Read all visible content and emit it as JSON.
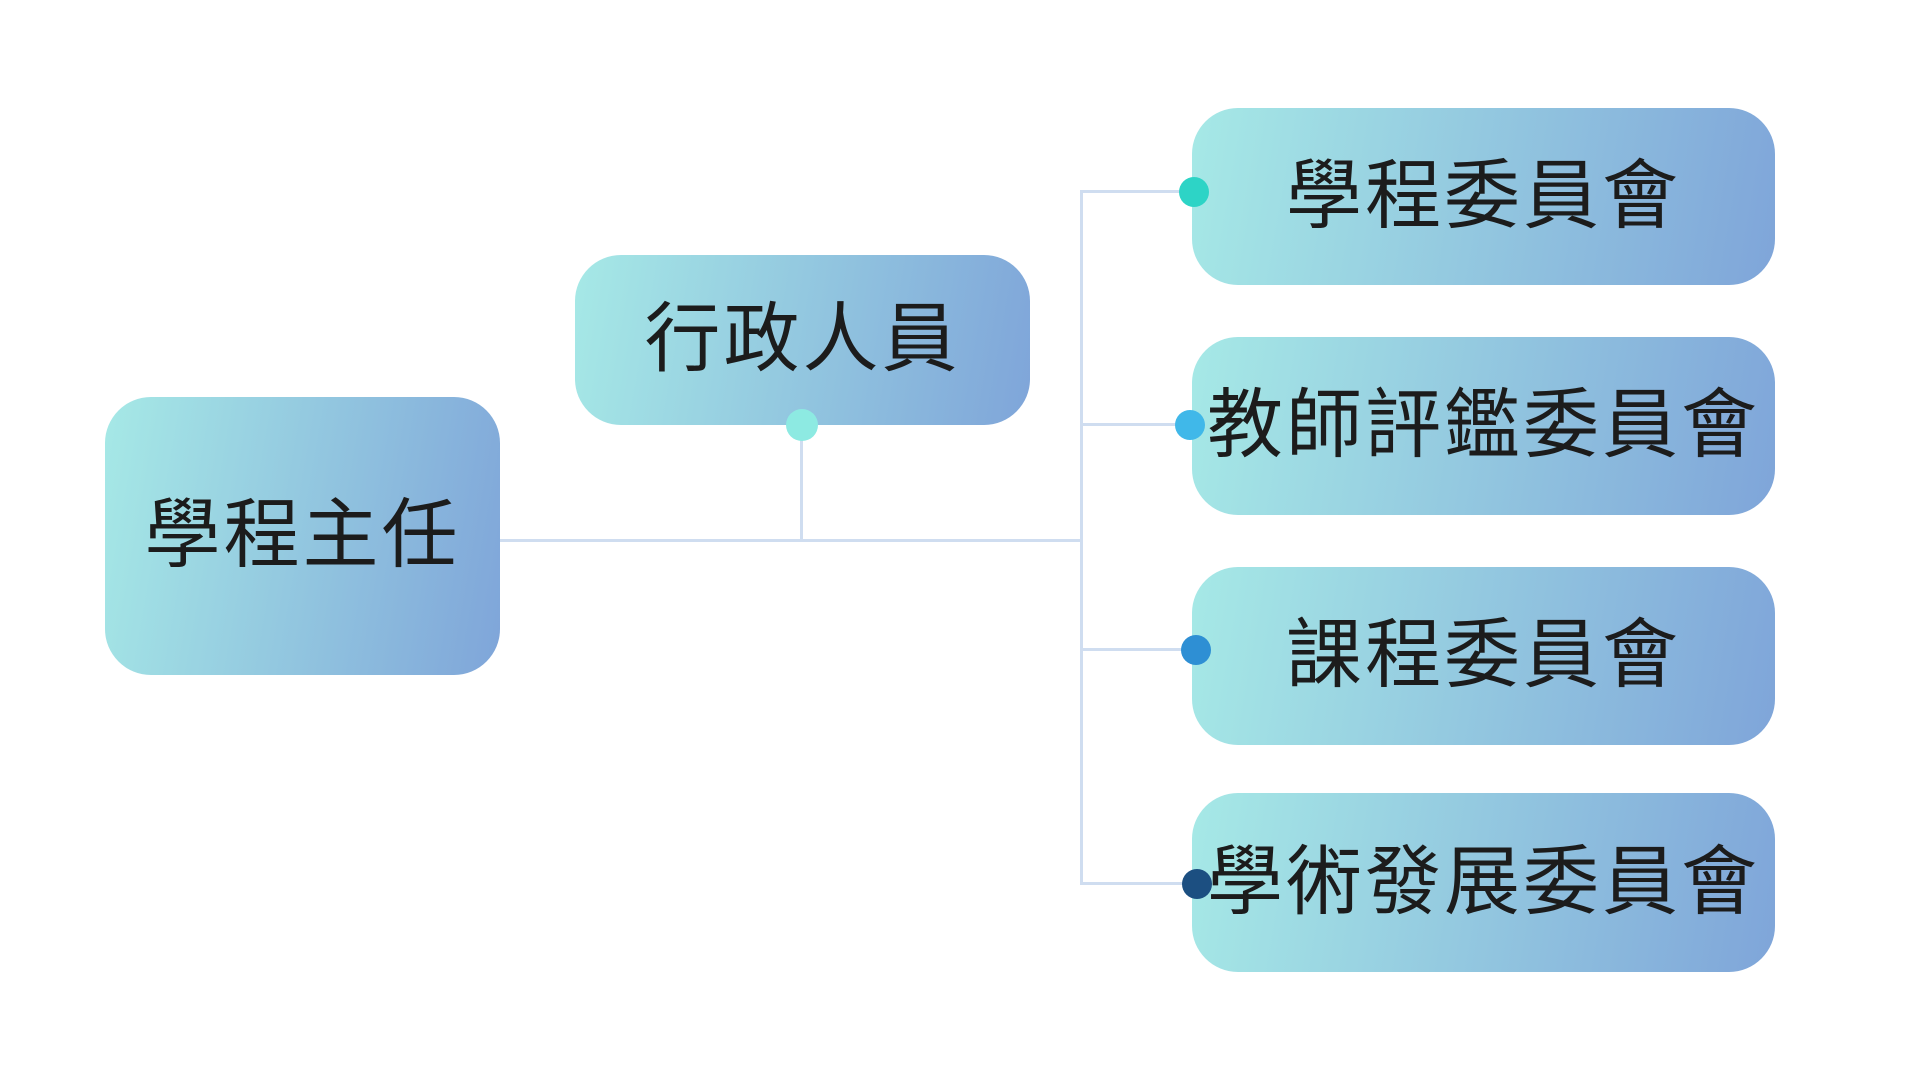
{
  "diagram": {
    "type": "org-chart",
    "background": "#ffffff",
    "nodes": {
      "director": {
        "label": "學程主任"
      },
      "admin": {
        "label": "行政人員",
        "dot_color": "#8deae2"
      },
      "committees": [
        {
          "label": "學程委員會",
          "dot_color": "#2dd4c6"
        },
        {
          "label": "教師評鑑委員會",
          "dot_color": "#40b8e9"
        },
        {
          "label": "課程委員會",
          "dot_color": "#2e8fd4"
        },
        {
          "label": "學術發展委員會",
          "dot_color": "#1c4f81"
        }
      ]
    }
  },
  "colors": {
    "box-grad-a": "#a6e9e6",
    "box-grad-b": "#7fa5d9",
    "line-color": "#cfddf0",
    "text-color": "#1c1c1c",
    "dot-admin": "#8deae2",
    "dot-teal": "#2dd4c6",
    "dot-sky": "#40b8e9",
    "dot-blue": "#2e8fd4",
    "dot-navy": "#1c4f81"
  }
}
